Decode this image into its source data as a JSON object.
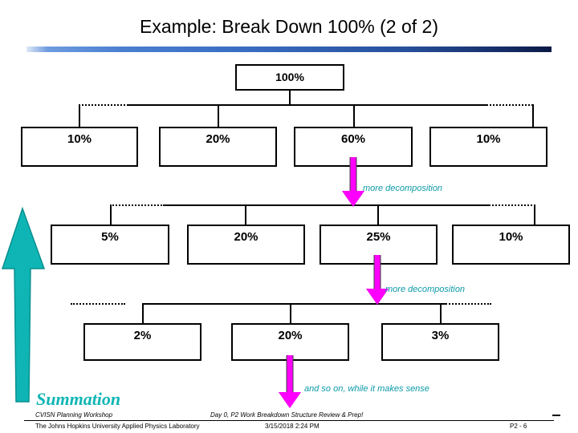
{
  "slide": {
    "title": "Example: Break Down 100% (2 of 2)",
    "accent_blue_dark": "#0b1a44",
    "accent_blue_light": "#6f9ce0",
    "arrow_magenta": "#ff00ff",
    "arrow_teal": "#0fb5b5",
    "callout_teal": "#0d9aa8"
  },
  "tree": {
    "root": {
      "label": "100%"
    },
    "level1": [
      {
        "label": "10%"
      },
      {
        "label": "20%"
      },
      {
        "label": "60%"
      },
      {
        "label": "10%"
      }
    ],
    "level2": [
      {
        "label": "5%"
      },
      {
        "label": "20%"
      },
      {
        "label": "25%"
      },
      {
        "label": "10%"
      }
    ],
    "level3": [
      {
        "label": "2%"
      },
      {
        "label": "20%"
      },
      {
        "label": "3%"
      }
    ]
  },
  "callouts": {
    "decomp_1": "more decomposition",
    "decomp_2": "more decomposition",
    "and_so_on": "and so on, while it makes sense",
    "summation": "Summation"
  },
  "footer": {
    "top_left": "CVISN Planning Workshop",
    "top_center": "Day 0, P2 Work Breakdown Structure Review & Prep!",
    "bottom_left": "The Johns Hopkins University Applied Physics Laboratory",
    "bottom_center": "3/15/2018 2:24 PM",
    "bottom_right": "P2 - 6"
  }
}
